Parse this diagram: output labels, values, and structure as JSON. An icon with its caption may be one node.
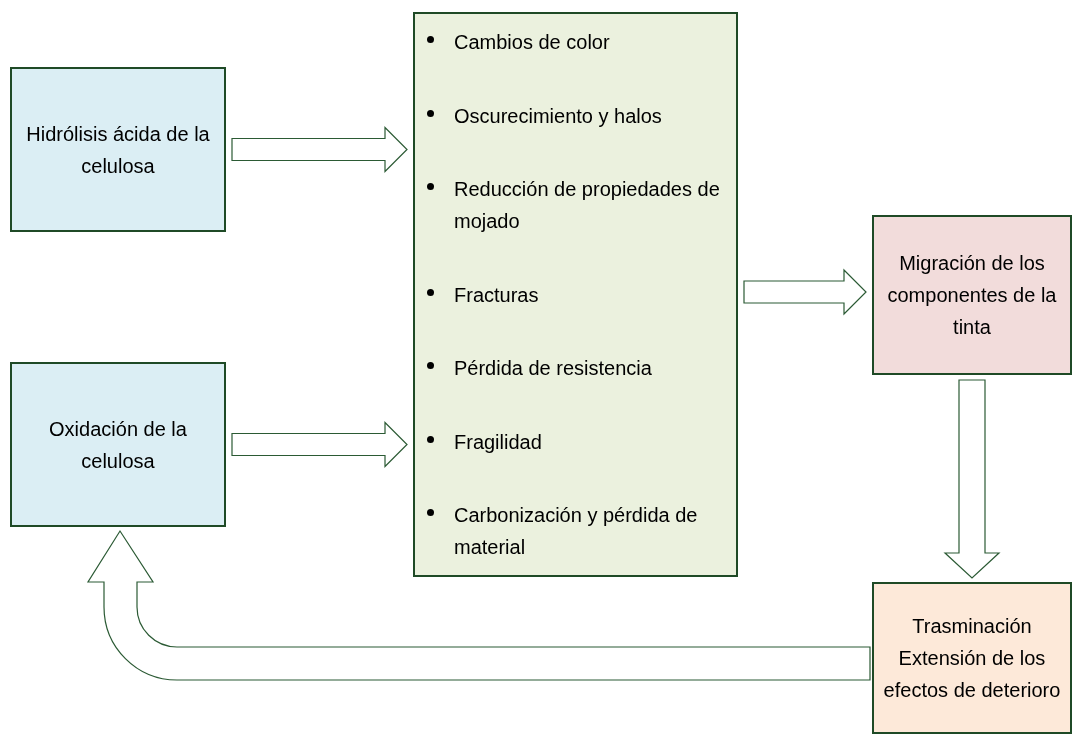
{
  "diagram": {
    "nodes": [
      {
        "text": [
          "Hidrólisis ácida de la celulosa"
        ]
      },
      {
        "text": [
          "Oxidación de la celulosa"
        ]
      },
      {
        "text": [
          "Cambios de color",
          "Oscurecimiento y halos",
          "Reducción de propiedades de mojado",
          "Fracturas",
          "Pérdida de resistencia",
          "Fragilidad",
          "Carbonización y pérdida de material"
        ]
      },
      {
        "text": [
          "Migración de los componentes de la tinta"
        ]
      },
      {
        "text": [
          "Trasminación",
          "Extensión de los efectos de deterioro"
        ]
      }
    ],
    "edges": [
      {
        "from": 0,
        "to": 2,
        "arrow": "to"
      },
      {
        "from": 1,
        "to": 2,
        "arrow": "to"
      },
      {
        "from": 2,
        "to": 3,
        "arrow": "to"
      },
      {
        "from": 3,
        "to": 4,
        "arrow": "to"
      },
      {
        "from": 4,
        "to": 1,
        "arrow": "to"
      }
    ]
  }
}
